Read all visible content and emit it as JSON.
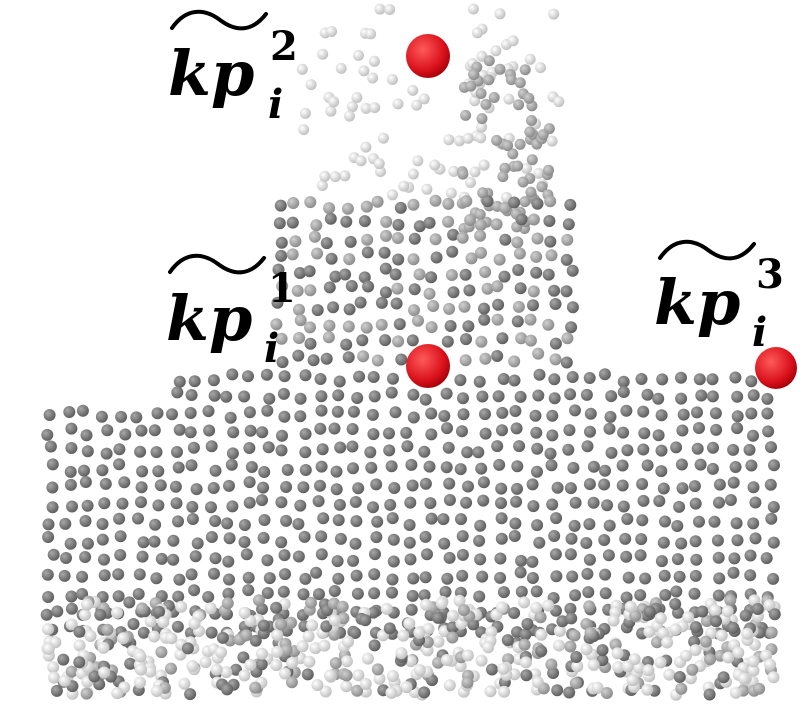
{
  "figure": {
    "colors": {
      "background": "#ffffff",
      "dark_point": "#6e6e6e",
      "mid_point": "#9a9a9a",
      "light_point": "#e6e6e6",
      "keypoint": "#e0121a",
      "text": "#000000"
    }
  },
  "keypoints": [
    {
      "id": "kp1",
      "base": "kp",
      "subscript": "i",
      "superscript": "1"
    },
    {
      "id": "kp2",
      "base": "kp",
      "subscript": "i",
      "superscript": "2"
    },
    {
      "id": "kp3",
      "base": "kp",
      "subscript": "i",
      "superscript": "3"
    }
  ]
}
